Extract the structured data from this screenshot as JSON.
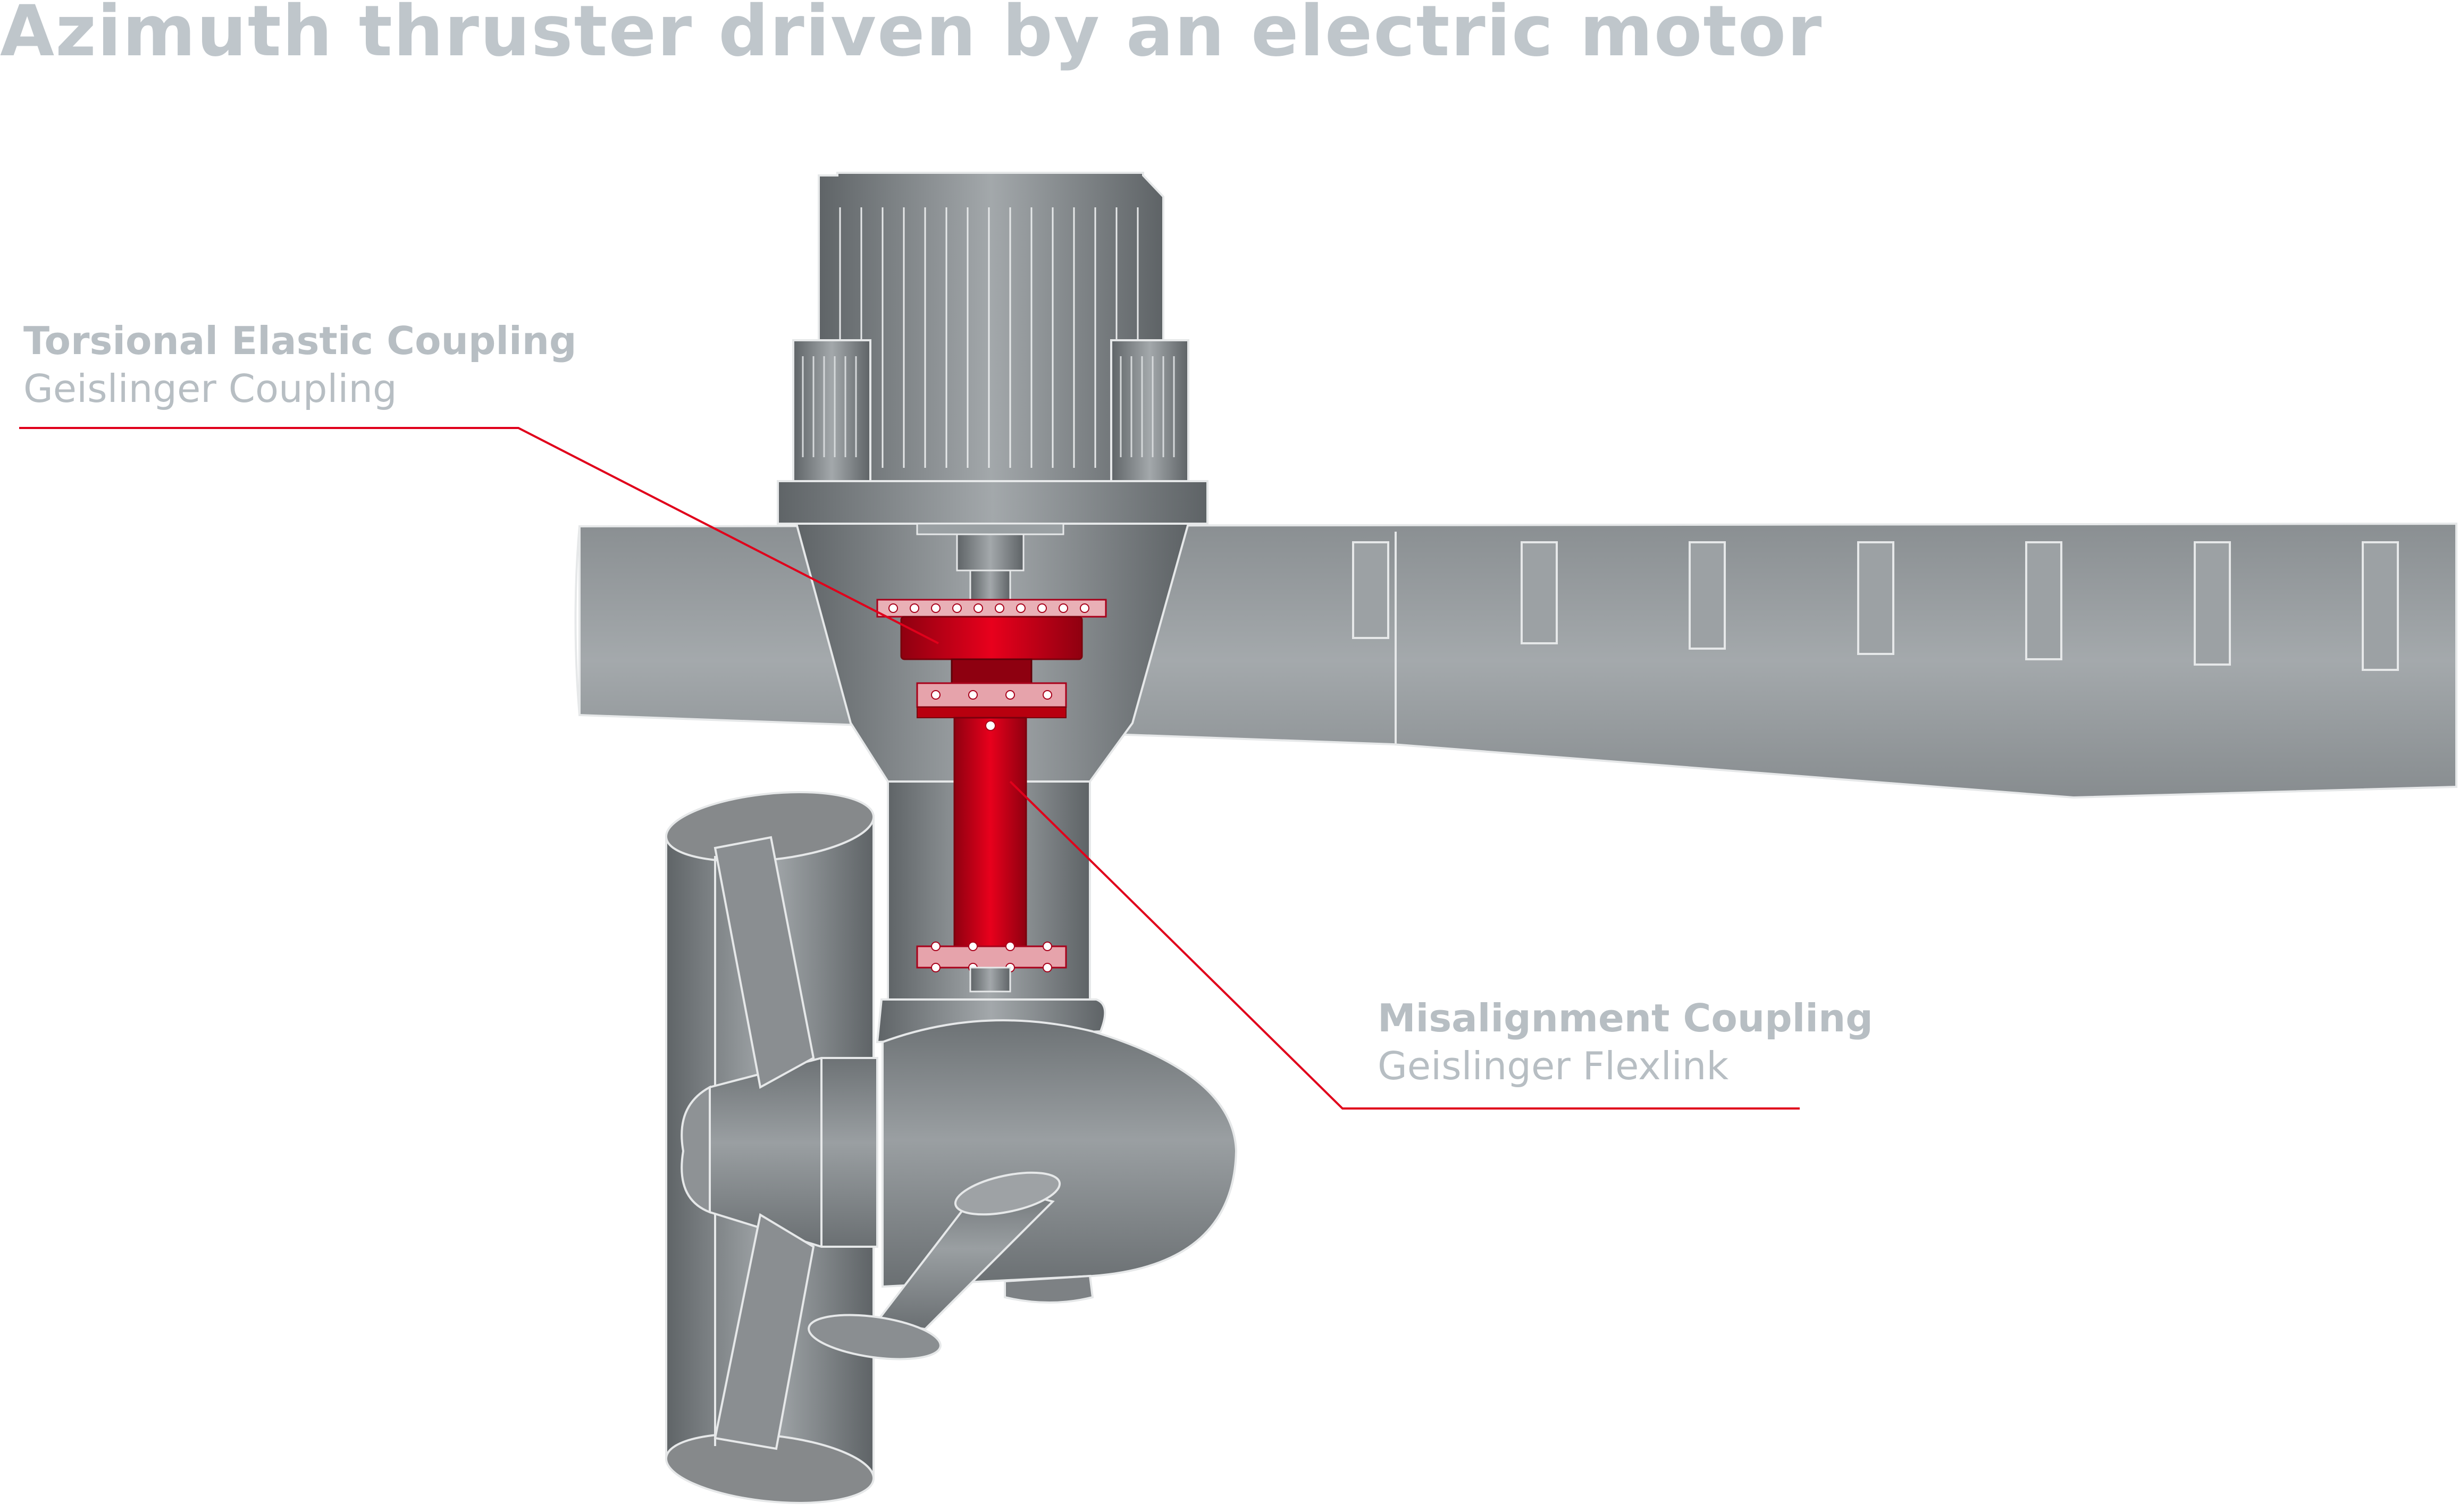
{
  "title": "Azimuth thruster driven by an electric motor",
  "callouts": [
    {
      "primary": "Torsional Elastic Coupling",
      "secondary": "Geislinger Coupling"
    },
    {
      "primary": "Misalignment Coupling",
      "secondary": "Geislinger Flexlink"
    }
  ],
  "colors": {
    "title": "#bfc6cb",
    "label": "#b7bec3",
    "leader": "#e0001b",
    "highlight": "#d0021b",
    "metal": "#7a7f82"
  }
}
